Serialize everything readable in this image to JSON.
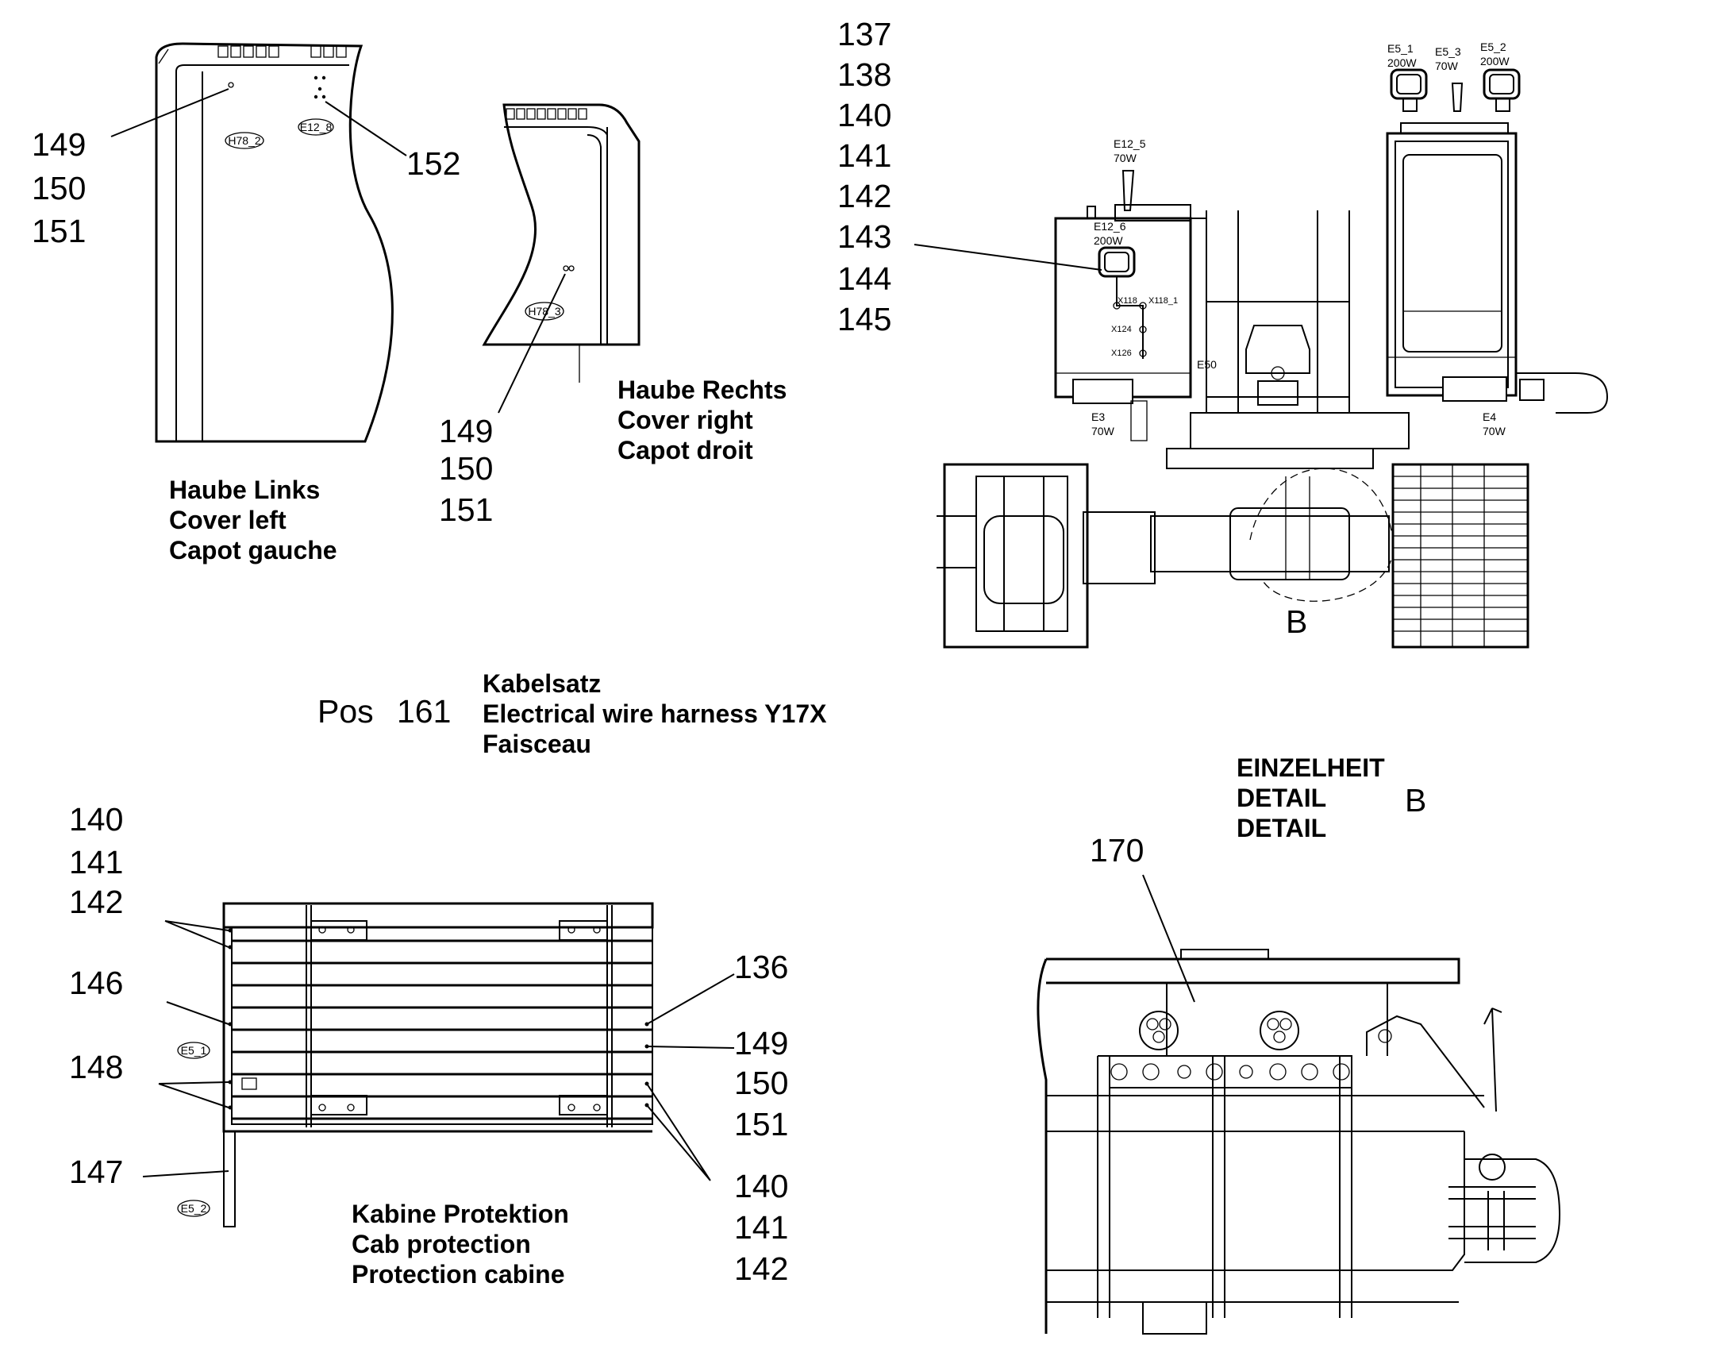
{
  "cover_left": {
    "callouts": {
      "a": "149",
      "b": "150",
      "c": "151",
      "d": "152"
    },
    "tags": {
      "h78_2": "H78_2",
      "e12_8": "E12_8"
    },
    "caption": [
      "Haube Links",
      "Cover left",
      "Capot gauche"
    ]
  },
  "cover_right": {
    "callouts": {
      "a": "149",
      "b": "150",
      "c": "151"
    },
    "tags": {
      "h78_3": "H78_3"
    },
    "caption": [
      "Haube Rechts",
      "Cover right",
      "Capot droit"
    ]
  },
  "machine_rear": {
    "callouts": [
      "137",
      "138",
      "140",
      "141",
      "142",
      "143",
      "144",
      "145"
    ],
    "lamps": {
      "e5_1": {
        "name": "E5_1",
        "power": "200W"
      },
      "e5_3": {
        "name": "E5_3",
        "power": "70W"
      },
      "e5_2": {
        "name": "E5_2",
        "power": "200W"
      },
      "e12_5": {
        "name": "E12_5",
        "power": "70W"
      },
      "e12_6": {
        "name": "E12_6",
        "power": "200W"
      },
      "e3": {
        "name": "E3",
        "power": "70W"
      },
      "e4": {
        "name": "E4",
        "power": "70W"
      }
    },
    "connectors": {
      "x118": "X118",
      "x118_1": "X118_1",
      "x124": "X124",
      "x126": "X126",
      "e50": "E50"
    },
    "detail_marker": "B"
  },
  "harness": {
    "pos_label": "Pos",
    "pos_number": "161",
    "lines": [
      "Kabelsatz",
      "Electrical wire harness Y17X",
      "Faisceau"
    ]
  },
  "cab_protection": {
    "callouts_top": [
      "140",
      "141",
      "142"
    ],
    "callout_146": "146",
    "callout_148": "148",
    "callout_147": "147",
    "callout_136": "136",
    "callouts_right_mid": [
      "149",
      "150",
      "151"
    ],
    "callouts_right_bottom": [
      "140",
      "141",
      "142"
    ],
    "tags": {
      "e5_1": "E5_1",
      "e5_2": "E5_2"
    },
    "caption": [
      "Kabine Protektion",
      "Cab protection",
      "Protection cabine"
    ]
  },
  "detail_b": {
    "title": [
      "EINZELHEIT",
      "DETAIL",
      "DETAIL"
    ],
    "marker": "B",
    "callout": "170"
  }
}
